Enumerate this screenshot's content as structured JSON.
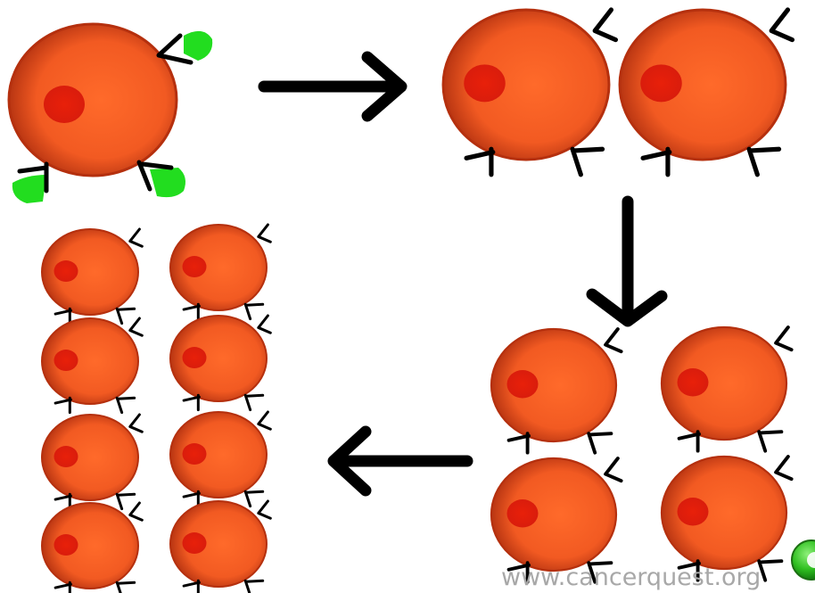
{
  "footer": {
    "watermark": "www.cancerquest.org"
  },
  "cells": {
    "generation_1": 1,
    "generation_2": 2,
    "generation_3": 4,
    "generation_4": 8
  },
  "receptors": {
    "activated_in_generation_1": 3
  },
  "icons": {
    "arrows": [
      "arrow-right-icon",
      "arrow-down-icon",
      "arrow-left-icon"
    ],
    "nav": "green-circle-nav-icon"
  },
  "colors": {
    "cell_fill": "#f15a22",
    "cell_edge": "#b0300e",
    "nucleus": "#e0200c",
    "receptor_ligand": "#22dd1f",
    "arrow": "#000000",
    "watermark": "#a8a8a8"
  }
}
